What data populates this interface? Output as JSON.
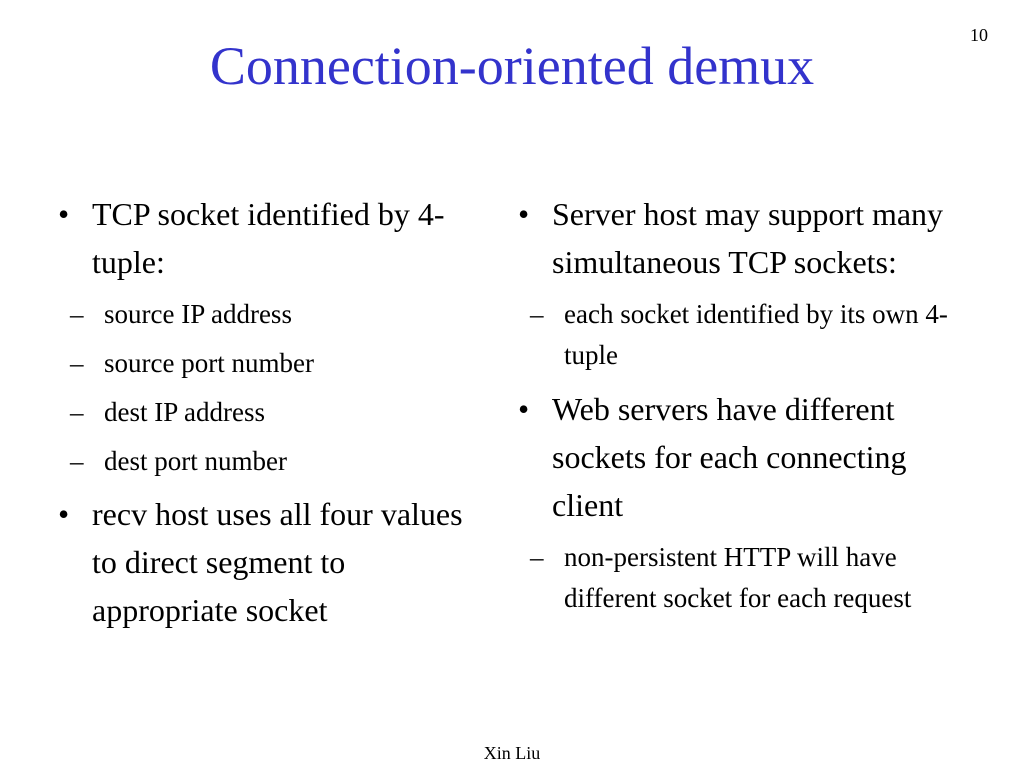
{
  "slide": {
    "number": "10",
    "title": "Connection-oriented demux",
    "footer": "Xin Liu",
    "title_color": "#3333cc",
    "bullet_char": "•",
    "dash_char": "–"
  },
  "left": {
    "items": [
      {
        "text": "TCP socket identified by 4-tuple:",
        "subitems": [
          "source IP address",
          "source port number",
          "dest IP address",
          "dest port number"
        ]
      },
      {
        "text": "recv host uses all four values to direct segment to appropriate socket",
        "subitems": []
      }
    ]
  },
  "right": {
    "items": [
      {
        "text": "Server host may support many simultaneous TCP sockets:",
        "subitems": [
          "each socket identified by its own 4-tuple"
        ]
      },
      {
        "text": "Web servers have different sockets for each connecting client",
        "subitems": [
          "non-persistent HTTP will have different socket for each request"
        ]
      }
    ]
  }
}
